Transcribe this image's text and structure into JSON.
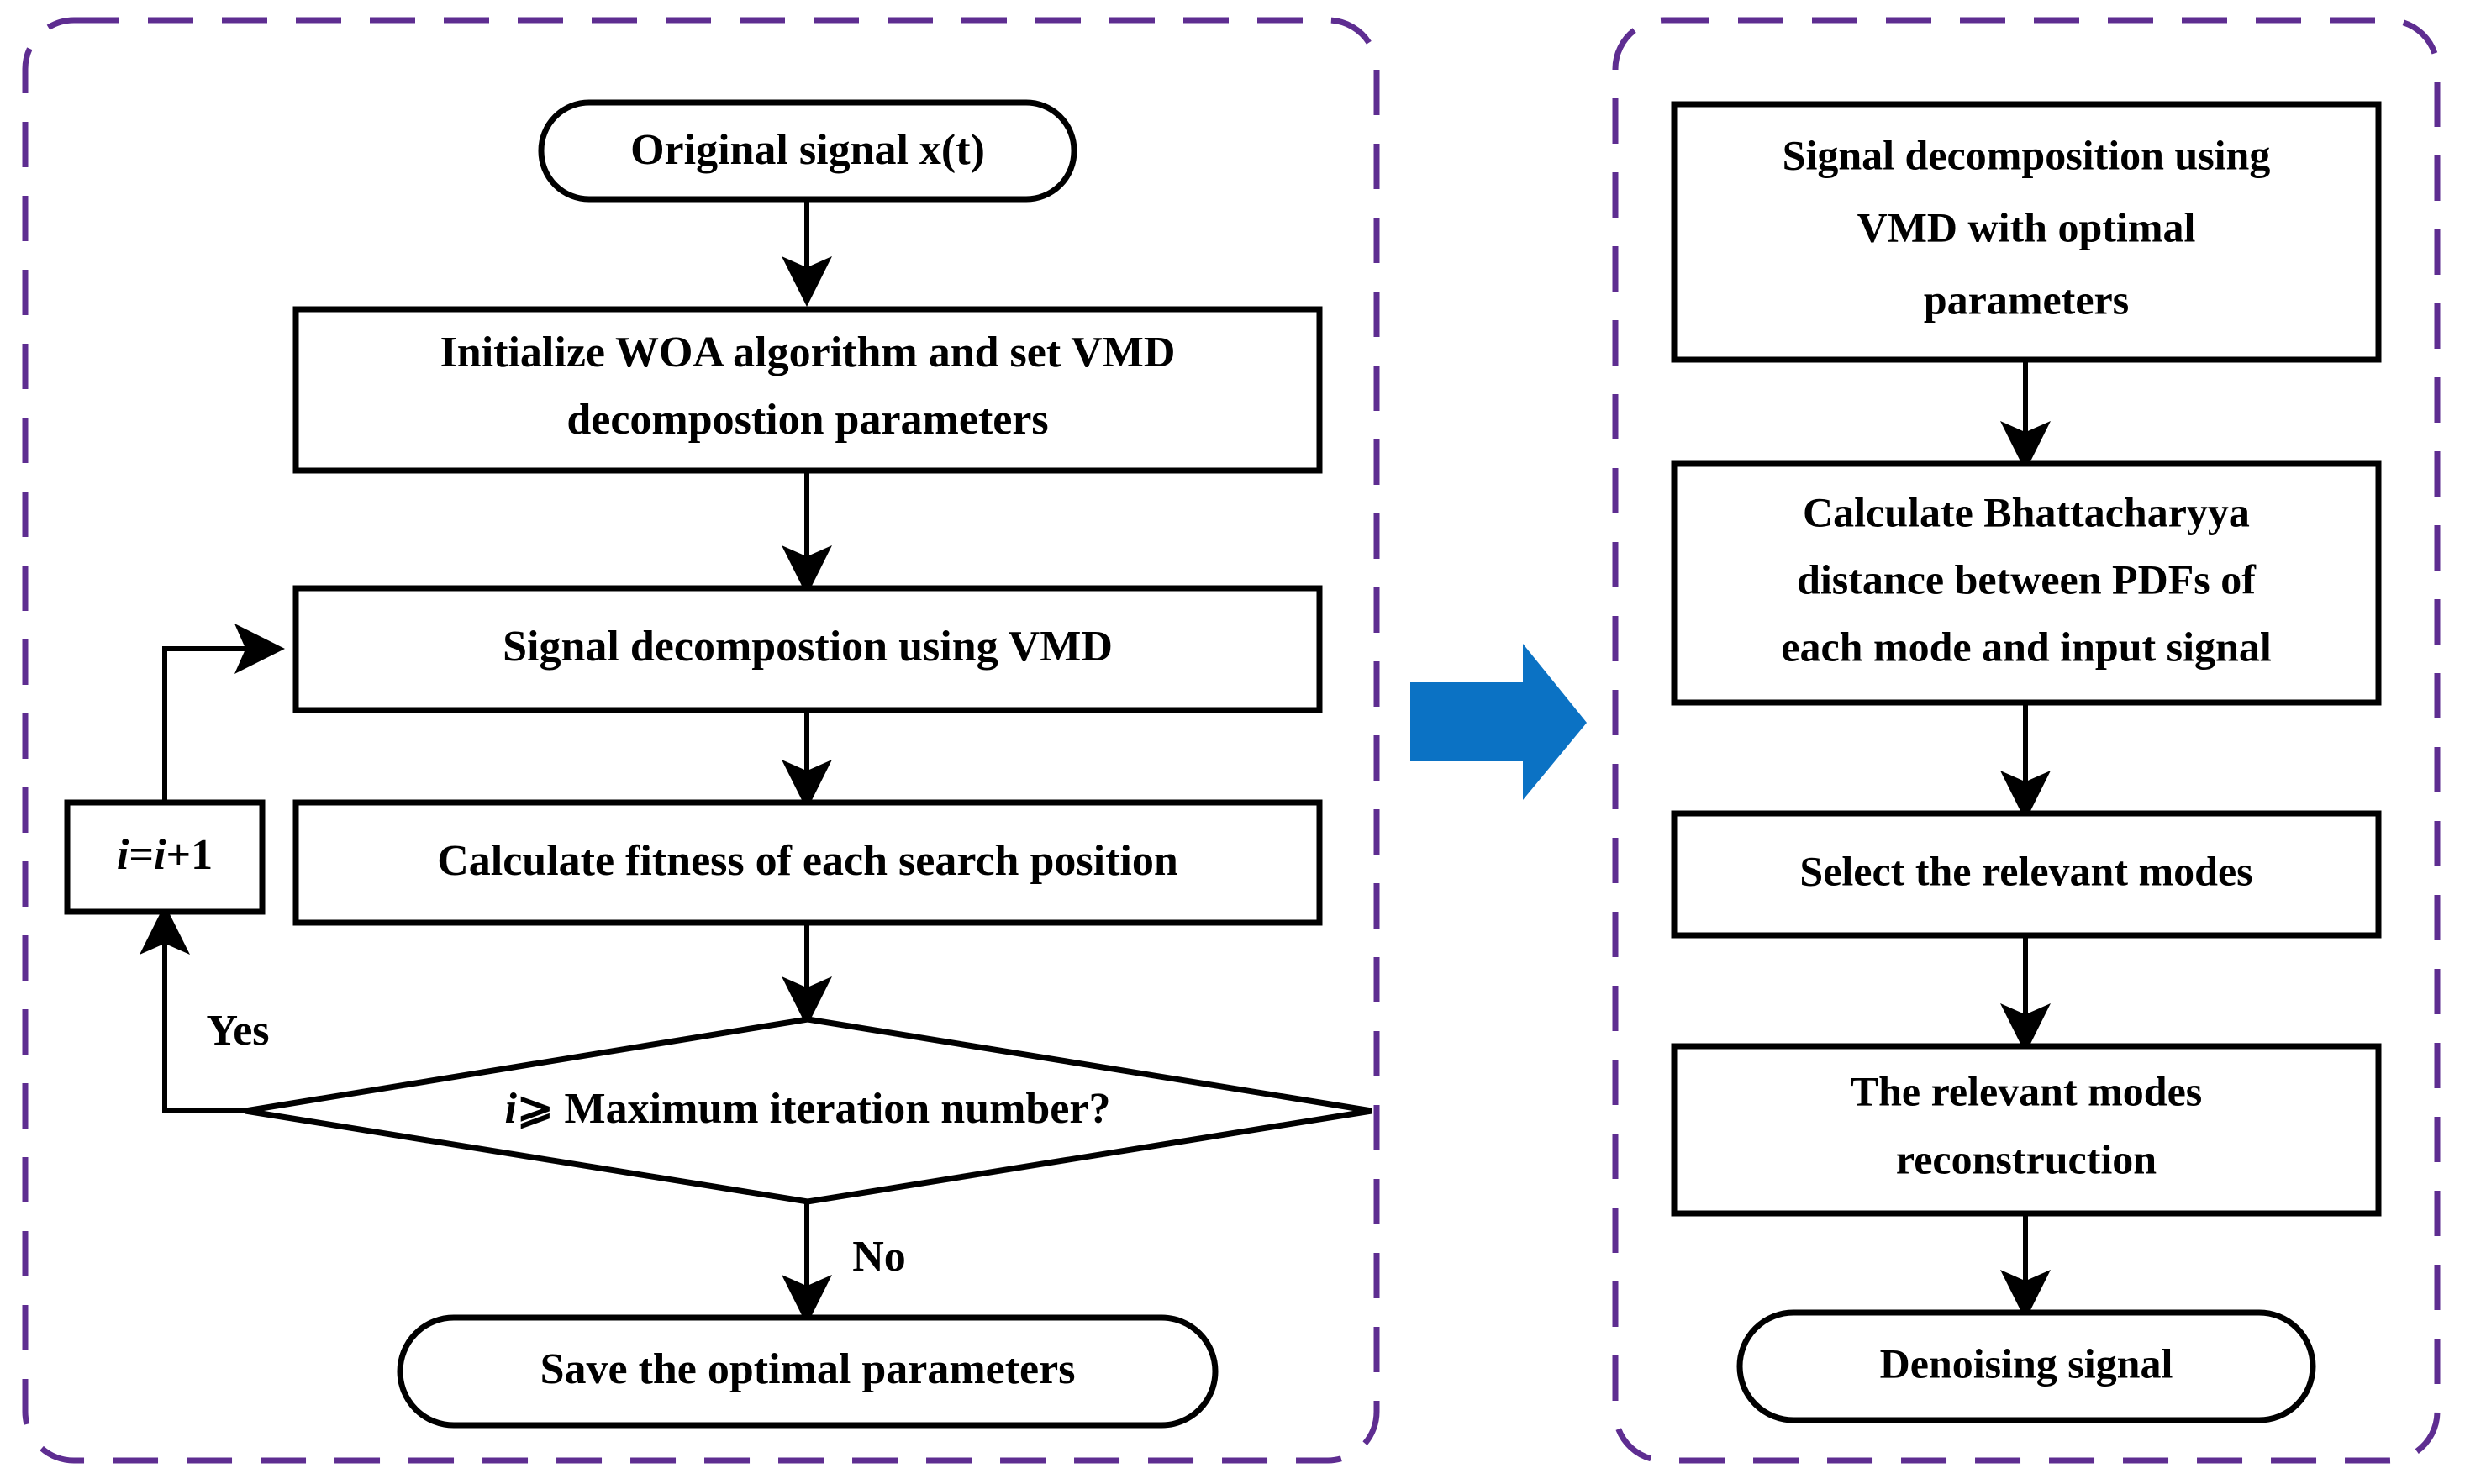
{
  "figure": {
    "type": "flowchart",
    "title": "WOA-VMD signal denoising flowchart",
    "colors": {
      "panel_border": "#5E2D91",
      "node_stroke": "#000000",
      "node_fill": "#FFFFFF",
      "connector": "#000000",
      "transition_arrow": "#0B72C4",
      "text": "#000000"
    }
  },
  "panels": [
    {
      "id": "left-panel",
      "name": "parameter-optimization-panel",
      "border_style": "dashed",
      "nodes": [
        {
          "id": "start",
          "shape": "terminator",
          "lines": [
            "Original signal x(t)"
          ]
        },
        {
          "id": "init",
          "shape": "process",
          "lines": [
            "Initialize WOA algorithm and set VMD",
            "decompostion parameters"
          ]
        },
        {
          "id": "vmd",
          "shape": "process",
          "lines": [
            "Signal decompostion using VMD"
          ]
        },
        {
          "id": "increment",
          "shape": "process",
          "lines": [
            "i=i+1"
          ]
        },
        {
          "id": "fitness",
          "shape": "process",
          "lines": [
            "Calculate fitness of each search position"
          ]
        },
        {
          "id": "decision",
          "shape": "decision",
          "lines": [
            "i⩾ Maximum iteration number?"
          ]
        },
        {
          "id": "save",
          "shape": "terminator",
          "lines": [
            "Save the optimal parameters"
          ]
        }
      ],
      "edge_labels": {
        "yes": "Yes",
        "no": "No"
      }
    },
    {
      "id": "right-panel",
      "name": "denoising-panel",
      "border_style": "dashed",
      "nodes": [
        {
          "id": "vmd-optimal",
          "shape": "process",
          "lines": [
            "Signal decomposition using",
            "VMD with optimal",
            "parameters"
          ]
        },
        {
          "id": "bhattacharyya",
          "shape": "process",
          "lines": [
            "Calculate Bhattacharyya",
            "distance between PDFs of",
            "each mode and input signal"
          ]
        },
        {
          "id": "select-modes",
          "shape": "process",
          "lines": [
            "Select the relevant modes"
          ]
        },
        {
          "id": "reconstruct",
          "shape": "process",
          "lines": [
            "The relevant modes",
            "reconstruction"
          ]
        },
        {
          "id": "denoised",
          "shape": "terminator",
          "lines": [
            "Denoising signal"
          ]
        }
      ]
    }
  ],
  "transition": {
    "name": "panel-transition-arrow",
    "direction": "right",
    "color": "#0B72C4"
  }
}
